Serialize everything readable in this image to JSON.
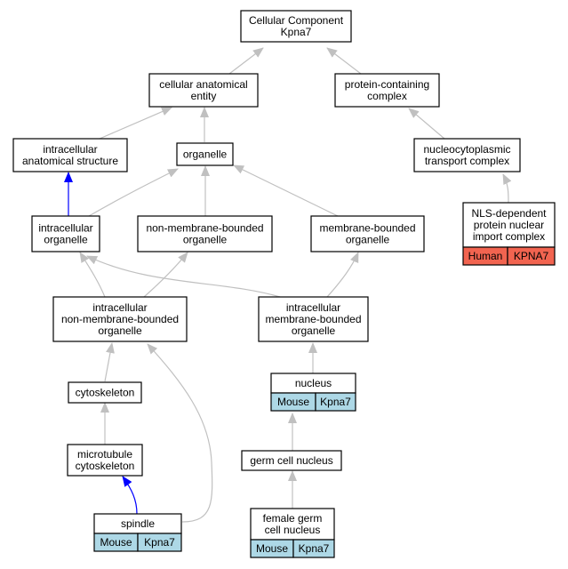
{
  "root": {
    "lines": [
      "Cellular Component",
      "Kpna7"
    ]
  },
  "nodes": {
    "cellular_anatomical_entity": {
      "lines": [
        "cellular anatomical",
        "entity"
      ]
    },
    "protein_containing_complex": {
      "lines": [
        "protein-containing",
        "complex"
      ]
    },
    "intracellular_anatomical_structure": {
      "lines": [
        "intracellular",
        "anatomical structure"
      ]
    },
    "organelle": {
      "lines": [
        "organelle"
      ]
    },
    "nucleocytoplasmic_transport_complex": {
      "lines": [
        "nucleocytoplasmic",
        "transport complex"
      ]
    },
    "intracellular_organelle": {
      "lines": [
        "intracellular",
        "organelle"
      ]
    },
    "non_membrane_bounded_organelle": {
      "lines": [
        "non-membrane-bounded",
        "organelle"
      ]
    },
    "membrane_bounded_organelle": {
      "lines": [
        "membrane-bounded",
        "organelle"
      ]
    },
    "nls_dependent_complex": {
      "lines": [
        "NLS-dependent",
        "protein nuclear",
        "import complex"
      ]
    },
    "intracellular_non_membrane_bounded_organelle": {
      "lines": [
        "intracellular",
        "non-membrane-bounded",
        "organelle"
      ]
    },
    "intracellular_membrane_bounded_organelle": {
      "lines": [
        "intracellular",
        "membrane-bounded",
        "organelle"
      ]
    },
    "nucleus": {
      "lines": [
        "nucleus"
      ]
    },
    "cytoskeleton": {
      "lines": [
        "cytoskeleton"
      ]
    },
    "germ_cell_nucleus": {
      "lines": [
        "germ cell nucleus"
      ]
    },
    "microtubule_cytoskeleton": {
      "lines": [
        "microtubule",
        "cytoskeleton"
      ]
    },
    "spindle": {
      "lines": [
        "spindle"
      ]
    },
    "female_germ_cell_nucleus": {
      "lines": [
        "female germ",
        "cell nucleus"
      ]
    }
  },
  "annotations": {
    "nls_dependent_complex": {
      "species": "Human",
      "gene": "KPNA7"
    },
    "nucleus": {
      "species": "Mouse",
      "gene": "Kpna7"
    },
    "spindle": {
      "species": "Mouse",
      "gene": "Kpna7"
    },
    "female_germ_cell_nucleus": {
      "species": "Mouse",
      "gene": "Kpna7"
    }
  },
  "colors": {
    "edge_default": "#c0c0c0",
    "edge_highlight": "#0000ff",
    "node_border": "#000000",
    "mouse_annotation": "#add8e6",
    "human_annotation": "#f26450"
  }
}
